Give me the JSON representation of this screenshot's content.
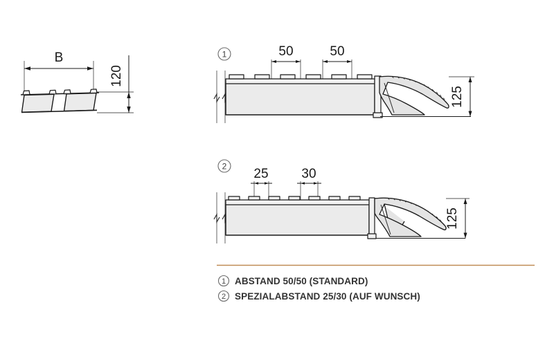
{
  "page": {
    "background_color": "#ffffff",
    "title": "Grating profile cross-section and end detail drawing"
  },
  "cross_section_view": {
    "name": "left-cross-section",
    "width_label": "B",
    "height_label": "120",
    "bar_count": 2
  },
  "detail_views": [
    {
      "callout": "1",
      "spacing_labels": [
        "50",
        "50"
      ],
      "height_label": "125",
      "tooth_count": 6
    },
    {
      "callout": "2",
      "spacing_labels": [
        "25",
        "30"
      ],
      "height_label": "125",
      "tooth_count": 7
    }
  ],
  "legend": {
    "separator_color": "#c08b56",
    "items": [
      {
        "number": "1",
        "label": "ABSTAND 50/50 (STANDARD)"
      },
      {
        "number": "2",
        "label": "SPEZIALABSTAND 25/30 (AUF WUNSCH)"
      }
    ]
  },
  "colors": {
    "body_fill": "#ebebeb",
    "outline": "#1a1a1a",
    "accent": "#c08b56",
    "dimension_text": "#1a1a1a"
  }
}
